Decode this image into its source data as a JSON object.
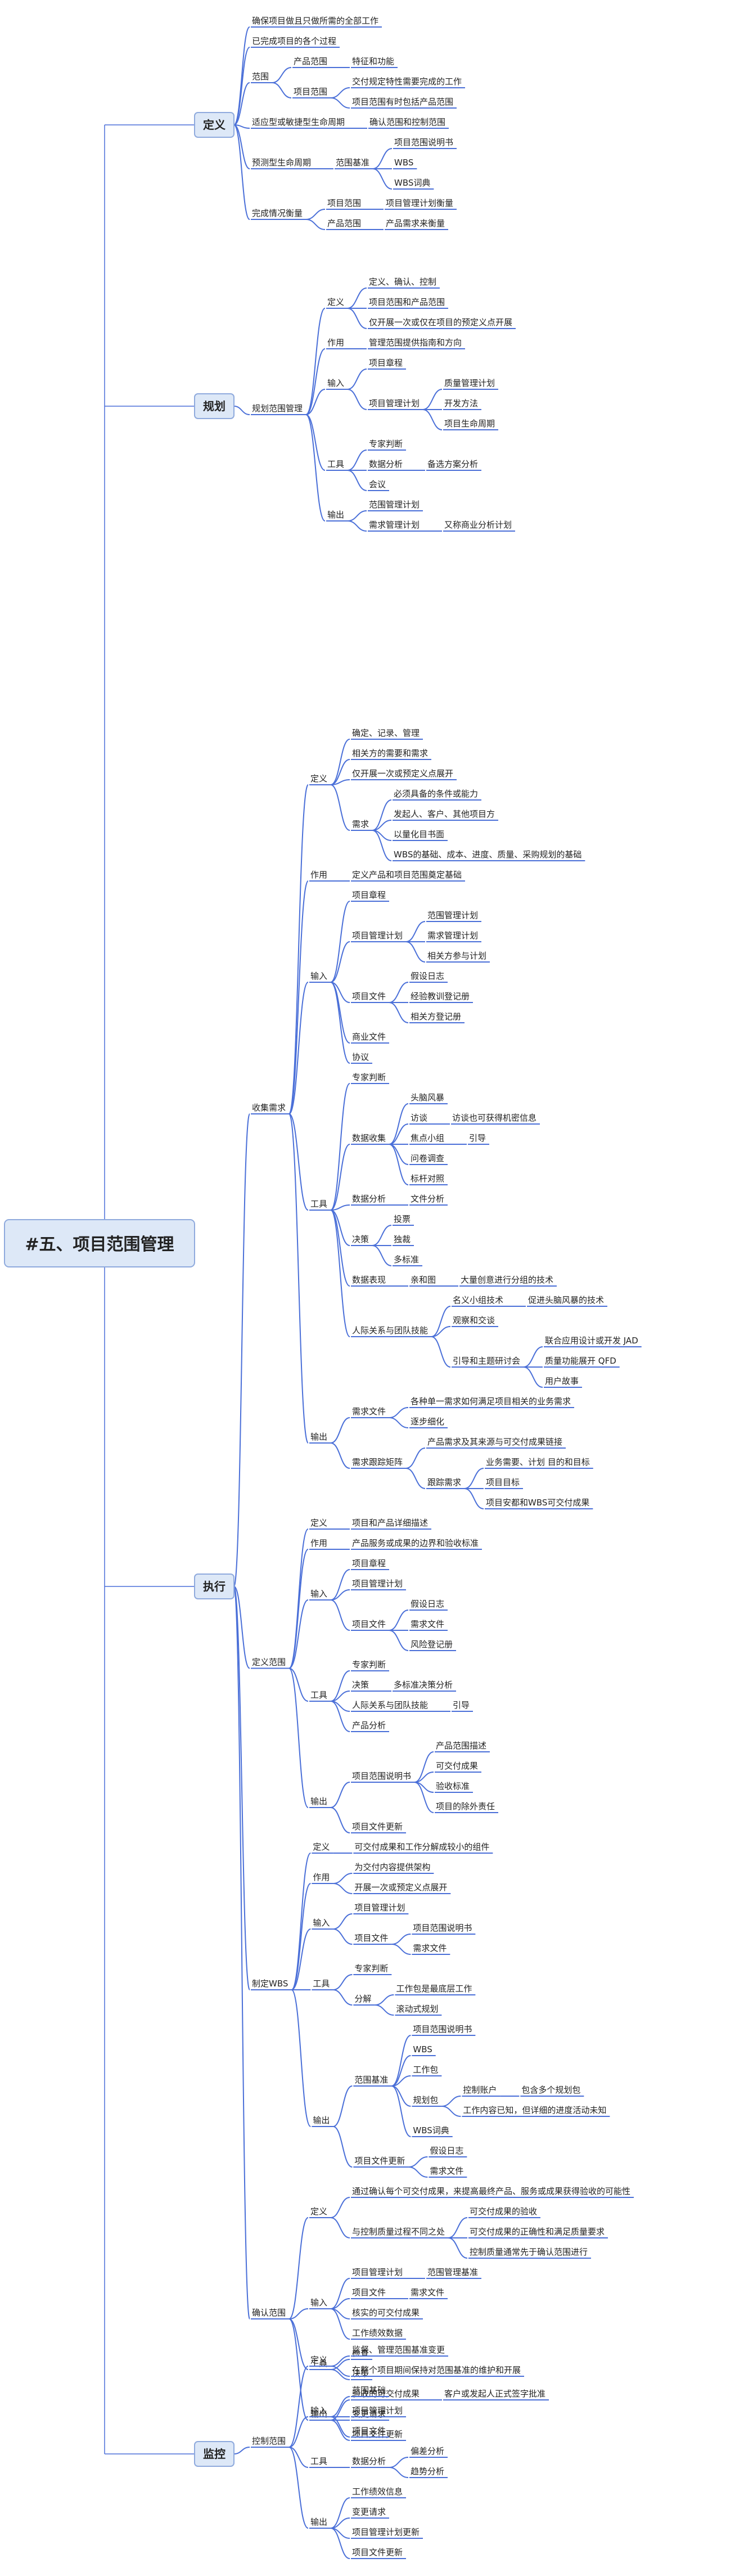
{
  "root": {
    "label": "#五、项目范围管理"
  },
  "colors": {
    "line": "#4a6fd8",
    "box_fill": "#dde8f7",
    "box_stroke": "#8faadd",
    "text": "#222222"
  },
  "sections": [
    {
      "id": "def",
      "label": "定义",
      "children": [
        {
          "label": "确保项目做且只做所需的全部工作"
        },
        {
          "label": "已完成项目的各个过程"
        },
        {
          "label": "范围",
          "children": [
            {
              "label": "产品范围",
              "children": [
                {
                  "label": "特征和功能"
                }
              ]
            },
            {
              "label": "项目范围",
              "children": [
                {
                  "label": "交付规定特性需要完成的工作"
                },
                {
                  "label": "项目范围有时包括产品范围"
                }
              ]
            }
          ]
        },
        {
          "label": "适应型或敏捷型生命周期",
          "children": [
            {
              "label": "确认范围和控制范围"
            }
          ]
        },
        {
          "label": "预测型生命周期",
          "children": [
            {
              "label": "范围基准",
              "children": [
                {
                  "label": "项目范围说明书"
                },
                {
                  "label": "WBS"
                },
                {
                  "label": "WBS词典"
                }
              ]
            }
          ]
        },
        {
          "label": "完成情况衡量",
          "children": [
            {
              "label": "项目范围",
              "children": [
                {
                  "label": "项目管理计划衡量"
                }
              ]
            },
            {
              "label": "产品范围",
              "children": [
                {
                  "label": "产品需求来衡量"
                }
              ]
            }
          ]
        }
      ]
    },
    {
      "id": "plan",
      "label": "规划",
      "children": [
        {
          "label": "规划范围管理",
          "children": [
            {
              "label": "定义",
              "children": [
                {
                  "label": "定义、确认、控制"
                },
                {
                  "label": "项目范围和产品范围"
                },
                {
                  "label": "仅开展一次或仅在项目的预定义点开展"
                }
              ]
            },
            {
              "label": "作用",
              "children": [
                {
                  "label": "管理范围提供指南和方向"
                }
              ]
            },
            {
              "label": "输入",
              "children": [
                {
                  "label": "项目章程"
                },
                {
                  "label": "项目管理计划",
                  "children": [
                    {
                      "label": "质量管理计划"
                    },
                    {
                      "label": "开发方法"
                    },
                    {
                      "label": "项目生命周期"
                    }
                  ]
                }
              ]
            },
            {
              "label": "工具",
              "children": [
                {
                  "label": "专家判断"
                },
                {
                  "label": "数据分析",
                  "children": [
                    {
                      "label": "备选方案分析"
                    }
                  ]
                },
                {
                  "label": "会议"
                }
              ]
            },
            {
              "label": "输出",
              "children": [
                {
                  "label": "范围管理计划"
                },
                {
                  "label": "需求管理计划",
                  "children": [
                    {
                      "label": "又称商业分析计划"
                    }
                  ]
                }
              ]
            }
          ]
        }
      ]
    },
    {
      "id": "exec",
      "label": "执行",
      "children": [
        {
          "label": "收集需求",
          "children": [
            {
              "label": "定义",
              "children": [
                {
                  "label": "确定、记录、管理"
                },
                {
                  "label": "相关方的需要和需求"
                },
                {
                  "label": "仅开展一次或预定义点展开"
                },
                {
                  "label": "需求",
                  "children": [
                    {
                      "label": "必须具备的条件或能力"
                    },
                    {
                      "label": "发起人、客户、其他项目方"
                    },
                    {
                      "label": "以量化目书面"
                    },
                    {
                      "label": "WBS的基础、成本、进度、质量、采购规划的基础"
                    }
                  ]
                }
              ]
            },
            {
              "label": "作用",
              "children": [
                {
                  "label": "定义产品和项目范围奠定基础"
                }
              ]
            },
            {
              "label": "输入",
              "children": [
                {
                  "label": "项目章程"
                },
                {
                  "label": "项目管理计划",
                  "children": [
                    {
                      "label": "范围管理计划"
                    },
                    {
                      "label": "需求管理计划"
                    },
                    {
                      "label": "相关方参与计划"
                    }
                  ]
                },
                {
                  "label": "项目文件",
                  "children": [
                    {
                      "label": "假设日志"
                    },
                    {
                      "label": "经验教训登记册"
                    },
                    {
                      "label": "相关方登记册"
                    }
                  ]
                },
                {
                  "label": "商业文件"
                },
                {
                  "label": "协议"
                }
              ]
            },
            {
              "label": "工具",
              "children": [
                {
                  "label": "专家判断"
                },
                {
                  "label": "数据收集",
                  "children": [
                    {
                      "label": "头脑风暴"
                    },
                    {
                      "label": "访谈",
                      "children": [
                        {
                          "label": "访谈也可获得机密信息"
                        }
                      ]
                    },
                    {
                      "label": "焦点小组",
                      "children": [
                        {
                          "label": "引导"
                        }
                      ]
                    },
                    {
                      "label": "问卷调查"
                    },
                    {
                      "label": "标杆对照"
                    }
                  ]
                },
                {
                  "label": "数据分析",
                  "children": [
                    {
                      "label": "文件分析"
                    }
                  ]
                },
                {
                  "label": "决策",
                  "children": [
                    {
                      "label": "投票"
                    },
                    {
                      "label": "独裁"
                    },
                    {
                      "label": "多标准"
                    }
                  ]
                },
                {
                  "label": "数据表现",
                  "children": [
                    {
                      "label": "亲和图",
                      "children": [
                        {
                          "label": "大量创意进行分组的技术"
                        }
                      ]
                    }
                  ]
                },
                {
                  "label": "人际关系与团队技能",
                  "children": [
                    {
                      "label": "名义小组技术",
                      "children": [
                        {
                          "label": "促进头脑风暴的技术"
                        }
                      ]
                    },
                    {
                      "label": "观察和交谈"
                    },
                    {
                      "label": "引导和主题研讨会",
                      "children": [
                        {
                          "label": "联合应用设计或开发 JAD"
                        },
                        {
                          "label": "质量功能展开 QFD"
                        },
                        {
                          "label": "用户故事"
                        }
                      ]
                    }
                  ]
                }
              ]
            },
            {
              "label": "输出",
              "children": [
                {
                  "label": "需求文件",
                  "children": [
                    {
                      "label": "各种单一需求如何满足项目相关的业务需求"
                    },
                    {
                      "label": "逐步细化"
                    }
                  ]
                },
                {
                  "label": "需求跟踪矩阵",
                  "children": [
                    {
                      "label": "产品需求及其来源与可交付成果链接"
                    },
                    {
                      "label": "跟踪需求",
                      "children": [
                        {
                          "label": "业务需要、计划 目的和目标"
                        },
                        {
                          "label": "项目目标"
                        },
                        {
                          "label": "项目安都和WBS可交付成果"
                        }
                      ]
                    }
                  ]
                }
              ]
            }
          ]
        },
        {
          "label": "定义范围",
          "children": [
            {
              "label": "定义",
              "children": [
                {
                  "label": "项目和产品详细描述"
                }
              ]
            },
            {
              "label": "作用",
              "children": [
                {
                  "label": "产品服务或成果的边界和验收标准"
                }
              ]
            },
            {
              "label": "输入",
              "children": [
                {
                  "label": "项目章程"
                },
                {
                  "label": "项目管理计划"
                },
                {
                  "label": "项目文件",
                  "children": [
                    {
                      "label": "假设日志"
                    },
                    {
                      "label": "需求文件"
                    },
                    {
                      "label": "风险登记册"
                    }
                  ]
                }
              ]
            },
            {
              "label": "工具",
              "children": [
                {
                  "label": "专家判断"
                },
                {
                  "label": "决策",
                  "children": [
                    {
                      "label": "多标准决策分析"
                    }
                  ]
                },
                {
                  "label": "人际关系与团队技能",
                  "children": [
                    {
                      "label": "引导"
                    }
                  ]
                },
                {
                  "label": "产品分析"
                }
              ]
            },
            {
              "label": "输出",
              "children": [
                {
                  "label": "项目范围说明书",
                  "children": [
                    {
                      "label": "产品范围描述"
                    },
                    {
                      "label": "可交付成果"
                    },
                    {
                      "label": "验收标准"
                    },
                    {
                      "label": "项目的除外责任"
                    }
                  ]
                },
                {
                  "label": "项目文件更新"
                }
              ]
            }
          ]
        },
        {
          "label": "制定WBS",
          "children": [
            {
              "label": "定义",
              "children": [
                {
                  "label": "可交付成果和工作分解成较小的组件"
                }
              ]
            },
            {
              "label": "作用",
              "children": [
                {
                  "label": "为交付内容提供架构"
                },
                {
                  "label": "开展一次或预定义点展开"
                }
              ]
            },
            {
              "label": "输入",
              "children": [
                {
                  "label": "项目管理计划"
                },
                {
                  "label": "项目文件",
                  "children": [
                    {
                      "label": "项目范围说明书"
                    },
                    {
                      "label": "需求文件"
                    }
                  ]
                }
              ]
            },
            {
              "label": "工具",
              "children": [
                {
                  "label": "专家判断"
                },
                {
                  "label": "分解",
                  "children": [
                    {
                      "label": "工作包是最底层工作"
                    },
                    {
                      "label": "滚动式规划"
                    }
                  ]
                }
              ]
            },
            {
              "label": "输出",
              "children": [
                {
                  "label": "范围基准",
                  "children": [
                    {
                      "label": "项目范围说明书"
                    },
                    {
                      "label": "WBS"
                    },
                    {
                      "label": "工作包"
                    },
                    {
                      "label": "规划包",
                      "children": [
                        {
                          "label": "控制账户",
                          "children": [
                            {
                              "label": "包含多个规划包"
                            }
                          ]
                        },
                        {
                          "label": "工作内容已知，但详细的进度活动未知"
                        }
                      ]
                    },
                    {
                      "label": "WBS词典"
                    }
                  ]
                },
                {
                  "label": "项目文件更新",
                  "children": [
                    {
                      "label": "假设日志"
                    },
                    {
                      "label": "需求文件"
                    }
                  ]
                }
              ]
            }
          ]
        },
        {
          "label": "确认范围",
          "children": [
            {
              "label": "定义",
              "children": [
                {
                  "label": "通过确认每个可交付成果，来提高最终产品、服务或成果获得验收的可能性"
                },
                {
                  "label": "与控制质量过程不同之处",
                  "children": [
                    {
                      "label": "可交付成果的验收"
                    },
                    {
                      "label": "可交付成果的正确性和满足质量要求"
                    },
                    {
                      "label": "控制质量通常先于确认范围进行"
                    }
                  ]
                }
              ]
            },
            {
              "label": "输入",
              "children": [
                {
                  "label": "项目管理计划",
                  "children": [
                    {
                      "label": "范围管理基准"
                    }
                  ]
                },
                {
                  "label": "项目文件",
                  "children": [
                    {
                      "label": "需求文件"
                    }
                  ]
                },
                {
                  "label": "核实的可交付成果"
                },
                {
                  "label": "工作绩效数据"
                }
              ]
            },
            {
              "label": "工具",
              "children": [
                {
                  "label": "检查"
                },
                {
                  "label": "决策"
                }
              ]
            },
            {
              "label": "输出",
              "children": [
                {
                  "label": "验收的可交付成果",
                  "children": [
                    {
                      "label": "客户或发起人正式签字批准"
                    }
                  ]
                },
                {
                  "label": "变更请求"
                },
                {
                  "label": "项目文件更新"
                }
              ]
            }
          ]
        }
      ]
    },
    {
      "id": "mon",
      "label": "监控",
      "children": [
        {
          "label": "控制范围",
          "children": [
            {
              "label": "定义",
              "children": [
                {
                  "label": "监督、管理范围基准变更"
                },
                {
                  "label": "在整个项目期间保持对范围基准的维护和开展"
                }
              ]
            },
            {
              "label": "输入",
              "children": [
                {
                  "label": "范围基础"
                },
                {
                  "label": "项目管理计划"
                },
                {
                  "label": "项目文件"
                }
              ]
            },
            {
              "label": "工具",
              "children": [
                {
                  "label": "数据分析",
                  "children": [
                    {
                      "label": "偏差分析"
                    },
                    {
                      "label": "趋势分析"
                    }
                  ]
                }
              ]
            },
            {
              "label": "输出",
              "children": [
                {
                  "label": "工作绩效信息"
                },
                {
                  "label": "变更请求"
                },
                {
                  "label": "项目管理计划更新"
                },
                {
                  "label": "项目文件更新"
                }
              ]
            }
          ]
        }
      ]
    }
  ]
}
